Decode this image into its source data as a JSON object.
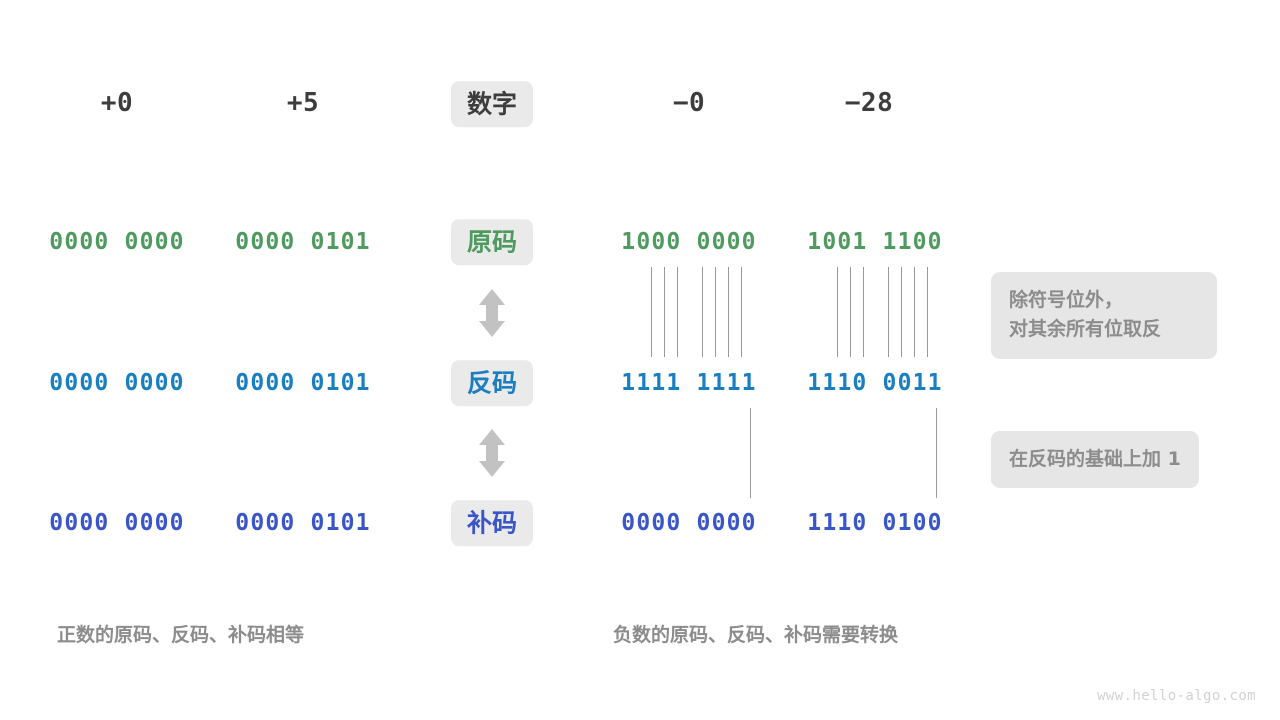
{
  "diagram": {
    "title_row": {
      "label": "数字",
      "columns": [
        "+0",
        "+5",
        "−0",
        "−28"
      ]
    },
    "rows": [
      {
        "label": "原码",
        "color": "#4e9a5f",
        "values": [
          "0000 0000",
          "0000 0101",
          "1000 0000",
          "1001 1100"
        ]
      },
      {
        "label": "反码",
        "color": "#1a7fc1",
        "values": [
          "0000 0000",
          "0000 0101",
          "1111 1111",
          "1110 0011"
        ]
      },
      {
        "label": "补码",
        "color": "#3a55c8",
        "values": [
          "0000 0000",
          "0000 0101",
          "0000 0000",
          "1110 0100"
        ]
      }
    ],
    "notes": [
      "除符号位外，\n对其余所有位取反",
      "在反码的基础上加 1"
    ],
    "captions": [
      "正数的原码、反码、补码相等",
      "负数的原码、反码、补码需要转换"
    ],
    "watermark": "www.hello-algo.com",
    "arrow_icon": "double-vertical-arrow",
    "colors": {
      "badge_background": "#eaeaea",
      "note_background": "#e6e6e6",
      "muted_text": "#8c8c8c",
      "dark_text": "#3d3d3d",
      "connector_line": "#9a9a9a"
    }
  }
}
